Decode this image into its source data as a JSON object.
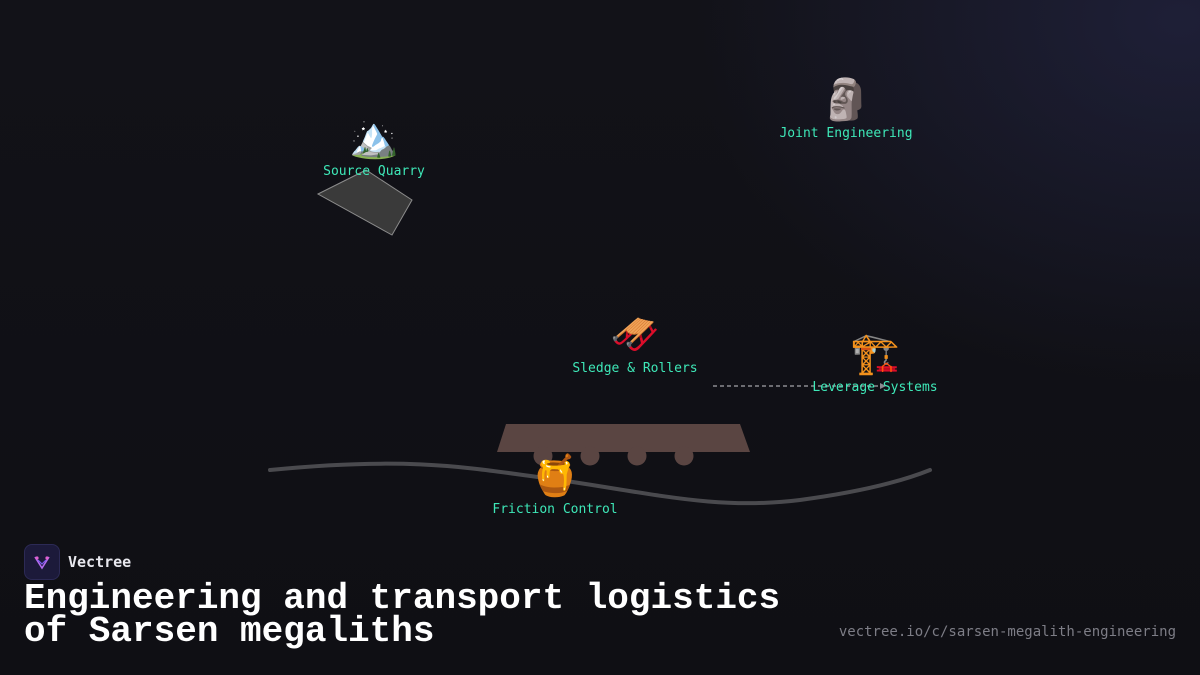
{
  "diagram": {
    "nodes": [
      {
        "id": "source-quarry",
        "emoji": "🏔️",
        "label": "Source Quarry"
      },
      {
        "id": "joint-engineering",
        "emoji": "🗿",
        "label": "Joint Engineering"
      },
      {
        "id": "sledge-rollers",
        "emoji": "🛷",
        "label": "Sledge & Rollers"
      },
      {
        "id": "leverage-systems",
        "emoji": "🏗️",
        "label": "Leverage Systems"
      },
      {
        "id": "friction-control",
        "emoji": "🍯",
        "label": "Friction Control"
      }
    ],
    "edges": [
      {
        "from": "sledge-rollers",
        "to": "leverage-systems",
        "style": "dashed"
      }
    ]
  },
  "footer": {
    "brand": "Vectree",
    "title": "Engineering and transport logistics of Sarsen megaliths",
    "url": "vectree.io/c/sarsen-megalith-engineering"
  },
  "colors": {
    "background": "#111116",
    "label": "#3ee8b8",
    "stone": "#3a3a3a",
    "sledge": "#5a4542",
    "track": "#4a4a4e"
  }
}
